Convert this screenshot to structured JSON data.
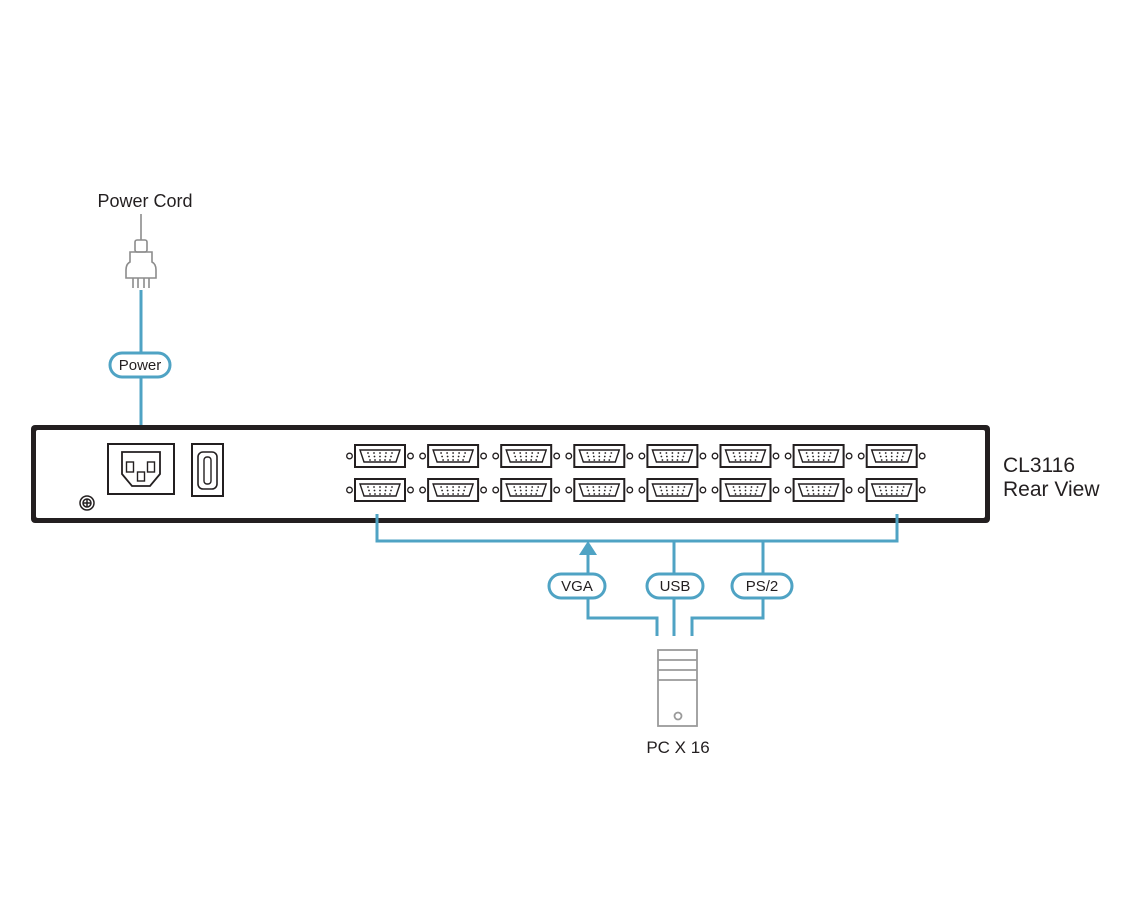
{
  "labels": {
    "power_cord": "Power Cord",
    "power": "Power",
    "model": "CL3116",
    "view": "Rear View",
    "vga": "VGA",
    "usb": "USB",
    "ps2": "PS/2",
    "pc": "PC X 16"
  },
  "ports": {
    "rows": 2,
    "columns": 8
  },
  "colors": {
    "cable": "#4fa3c4",
    "outline": "#231f20",
    "plug": "#8c8c8c",
    "pc": "#9a9a9a",
    "text": "#231f20",
    "label_text_gray": "#58595b"
  },
  "icons": [
    "power-plug-icon",
    "ground-screw-icon",
    "power-socket-icon",
    "power-switch-icon",
    "db15-port-icon",
    "pc-tower-icon",
    "arrow-up-icon"
  ]
}
